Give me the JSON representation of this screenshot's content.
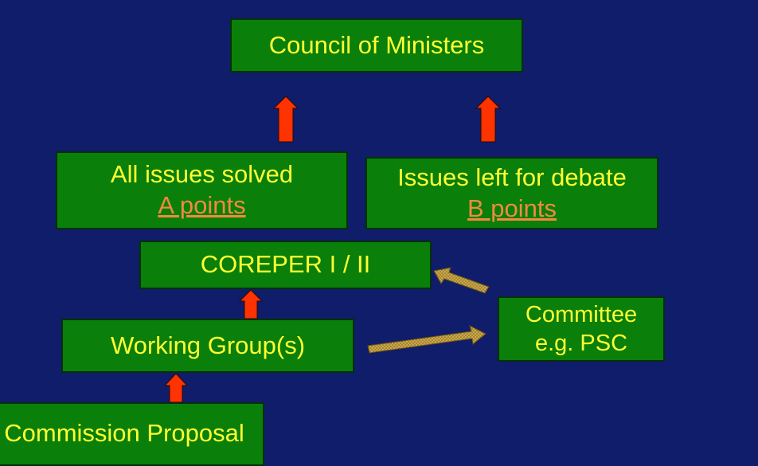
{
  "nodes": {
    "council": {
      "label": "Council of Ministers"
    },
    "a_issues": {
      "line1": "All issues solved",
      "link": "A points"
    },
    "b_issues": {
      "line1": "Issues left for debate",
      "link": "B points"
    },
    "coreper": {
      "label": "COREPER I / II"
    },
    "working_groups": {
      "label": "Working Group(s)"
    },
    "committee": {
      "line1": "Committee",
      "line2": "e.g. PSC"
    },
    "commission": {
      "label": "Commission Proposal"
    }
  },
  "colors": {
    "background": "#0f1d6b",
    "box_fill": "#0a7f0a",
    "text": "#ffff33",
    "link": "#f08a3c",
    "arrow": "#ff3300",
    "dotted_arrow": "#c9a84a"
  }
}
